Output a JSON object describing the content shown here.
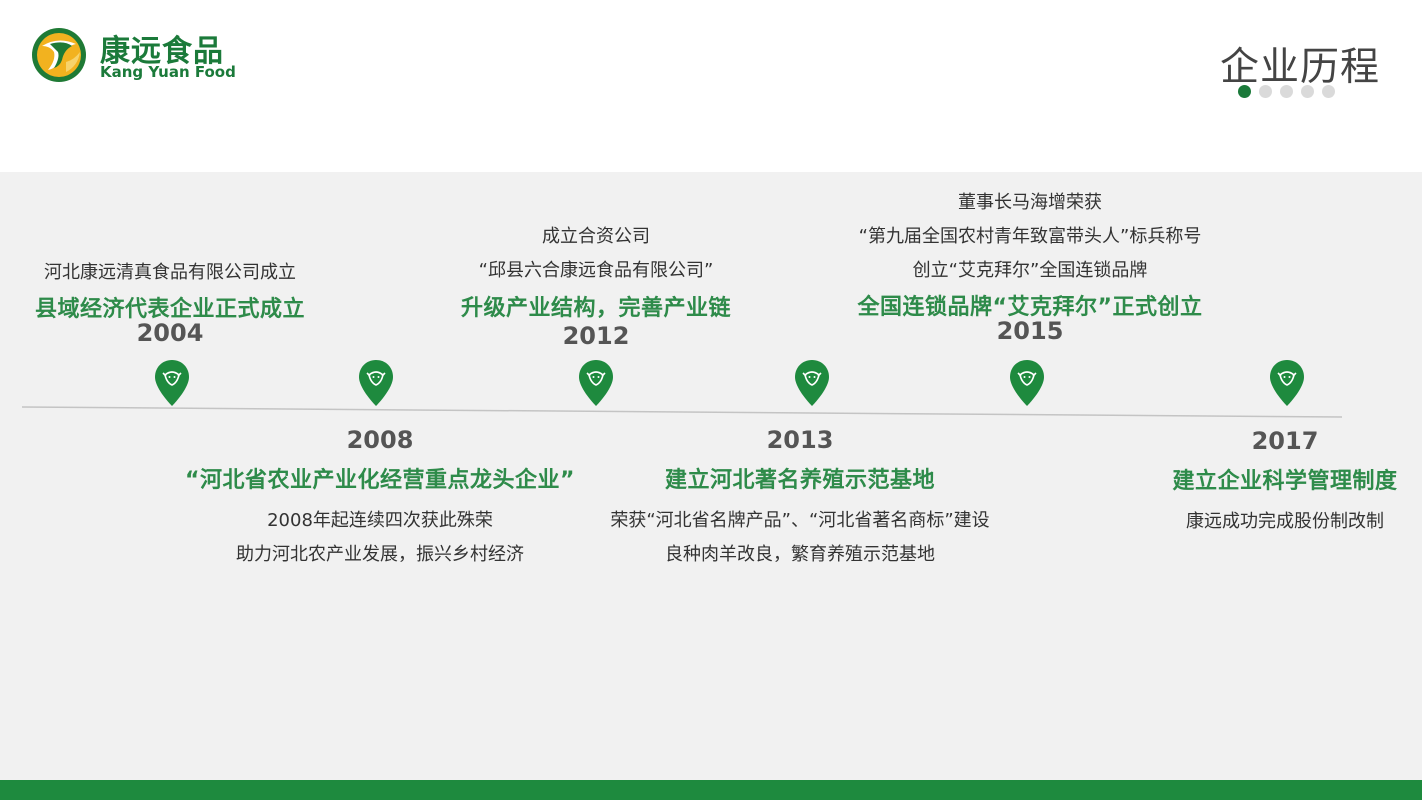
{
  "header": {
    "logo_cn": "康远食品",
    "logo_en": "Kang Yuan Food",
    "page_title": "企业历程",
    "pagination_total": 5,
    "pagination_active": 1
  },
  "colors": {
    "brand_green": "#1e8a3e",
    "headline_green": "#2e8b4a",
    "band_bg": "#f1f1f1",
    "text_dark": "#333333",
    "year_gray": "#555555"
  },
  "timeline": {
    "events": [
      {
        "year": "2004",
        "headline": "县域经济代表企业正式成立",
        "lines": [
          "河北康远清真食品有限公司成立"
        ]
      },
      {
        "year": "2008",
        "headline": "“河北省农业产业化经营重点龙头企业”",
        "lines": [
          "2008年起连续四次获此殊荣",
          "助力河北农产业发展，振兴乡村经济"
        ]
      },
      {
        "year": "2012",
        "headline": "升级产业结构，完善产业链",
        "lines": [
          "成立合资公司",
          "“邱县六合康远食品有限公司”"
        ]
      },
      {
        "year": "2013",
        "headline": "建立河北著名养殖示范基地",
        "lines": [
          "荣获“河北省名牌产品”、“河北省著名商标”建设",
          "良种肉羊改良，繁育养殖示范基地"
        ]
      },
      {
        "year": "2015",
        "headline": "全国连锁品牌“艾克拜尔”正式创立",
        "lines": [
          "董事长马海增荣获",
          "“第九届全国农村青年致富带头人”标兵称号",
          "创立“艾克拜尔”全国连锁品牌"
        ]
      },
      {
        "year": "2017",
        "headline": "建立企业科学管理制度",
        "lines": [
          "康远成功完成股份制改制"
        ]
      }
    ],
    "pin_icon": "sheep-head-location-pin-icon"
  }
}
